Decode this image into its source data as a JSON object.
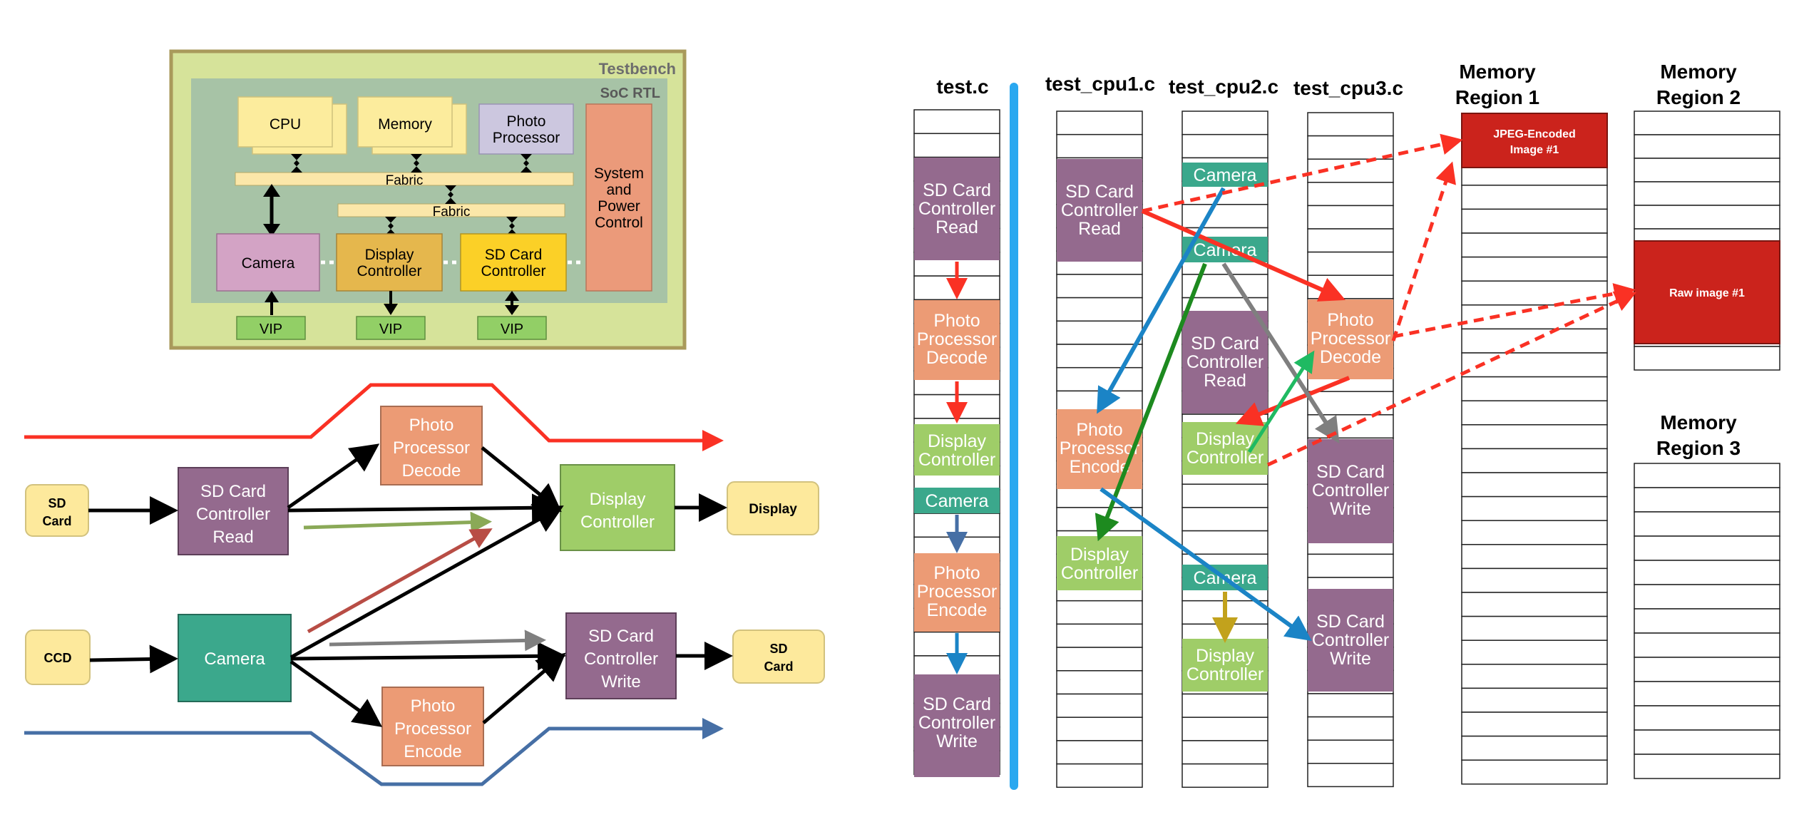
{
  "colors": {
    "testbench": "#d6e39a",
    "soc": "#a7c3a6",
    "cpu_mem": "#fcec9d",
    "photo_top": "#ccc7df",
    "fabric": "#fbe7a9",
    "camera_top": "#d3a3c5",
    "display_top": "#e5b74d",
    "sdcard_top": "#fbd027",
    "system": "#eb9a7a",
    "vip": "#92cf66",
    "purple": "#946a8e",
    "salmon": "#ec9b75",
    "green": "#9fcd68",
    "teal": "#3ba88c",
    "yellow": "#fde99c",
    "darkred": "#cb231c",
    "red": "#fa3124",
    "blue": "#1b84c6",
    "darkgreen": "#1d8a1f",
    "gray": "#7f7f7f",
    "olive": "#c2a21c",
    "lightgreen": "#1fba62",
    "steel": "#466fa5",
    "cyan": "#2aa8f0"
  },
  "soc": {
    "testbench_label": "Testbench",
    "rtl_label": "SoC RTL",
    "cpu": "CPU",
    "memory": "Memory",
    "photo": [
      "Photo",
      "Processor"
    ],
    "fabric1": "Fabric",
    "fabric2": "Fabric",
    "system": [
      "System",
      "and",
      "Power",
      "Control"
    ],
    "camera": "Camera",
    "display": [
      "Display",
      "Controller"
    ],
    "sdcard": [
      "SD Card",
      "Controller"
    ],
    "vip": [
      "VIP",
      "VIP",
      "VIP"
    ]
  },
  "flow": {
    "sd_in": [
      "SD",
      "Card"
    ],
    "sd_read": [
      "SD Card",
      "Controller",
      "Read"
    ],
    "photo_decode": [
      "Photo",
      "Processor",
      "Decode"
    ],
    "display_ctrl": [
      "Display",
      "Controller"
    ],
    "display_out": "Display",
    "ccd": "CCD",
    "camera": "Camera",
    "sd_write": [
      "SD Card",
      "Controller",
      "Write"
    ],
    "sd_out": [
      "SD",
      "Card"
    ],
    "photo_encode": [
      "Photo",
      "Processor",
      "Encode"
    ]
  },
  "columns": {
    "test": "test.c",
    "cpu1": "test_cpu1.c",
    "cpu2": "test_cpu2.c",
    "cpu3": "test_cpu3.c",
    "mem1": [
      "Memory",
      "Region 1"
    ],
    "mem2": [
      "Memory",
      "Region 2"
    ],
    "mem3": [
      "Memory",
      "Region 3"
    ]
  },
  "blocks": {
    "sd_read": [
      "SD Card",
      "Controller",
      "Read"
    ],
    "photo_decode": [
      "Photo",
      "Processor",
      "Decode"
    ],
    "display": [
      "Display",
      "Controller"
    ],
    "camera": "Camera",
    "photo_encode": [
      "Photo",
      "Processor",
      "Encode"
    ],
    "sd_write": [
      "SD Card",
      "Controller",
      "Write"
    ]
  },
  "memory": {
    "jpeg": [
      "JPEG-Encoded",
      "Image #1"
    ],
    "raw": "Raw image #1"
  }
}
